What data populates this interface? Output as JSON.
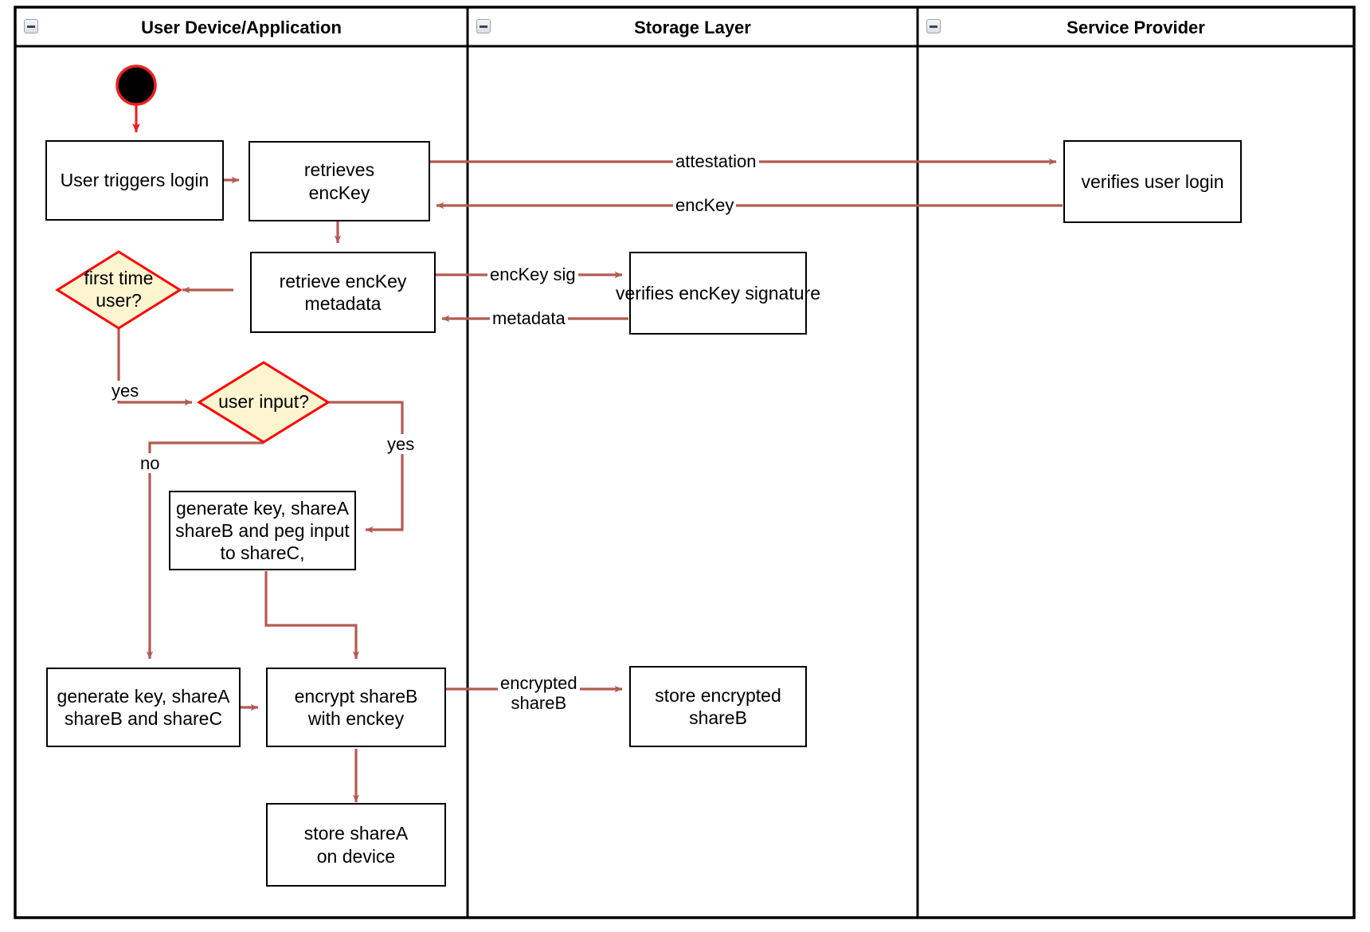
{
  "diagram": {
    "title": "Login / key-share activity diagram",
    "type": "uml-activity-swimlane",
    "colors": {
      "frame": "#000000",
      "node_border": "#000000",
      "node_fill": "#ffffff",
      "decision_border": "#ff0000",
      "decision_fill": "#fdf5cf",
      "edge": "#b25b52",
      "start_edge": "#ee1b1b",
      "start_fill": "#000000",
      "start_ring": "#e8231f",
      "text": "#000000"
    },
    "lanes": [
      {
        "id": "user-device",
        "label": "User Device/Application",
        "collapse_icon": "collapse-minus-icon"
      },
      {
        "id": "storage-layer",
        "label": "Storage Layer",
        "collapse_icon": "collapse-minus-icon"
      },
      {
        "id": "service-provider",
        "label": "Service Provider",
        "collapse_icon": "collapse-minus-icon"
      }
    ],
    "nodes": {
      "start": {
        "kind": "initial-node",
        "label": ""
      },
      "user_triggers_login": {
        "kind": "action",
        "label": "User triggers login"
      },
      "retrieves_enckey": {
        "kind": "action",
        "label": "retrieves\nencKey"
      },
      "retrieve_enckey_metadata": {
        "kind": "action",
        "label": "retrieve encKey\nmetadata"
      },
      "first_time_user": {
        "kind": "decision",
        "label": "first time\nuser?"
      },
      "user_input": {
        "kind": "decision",
        "label": "user input?"
      },
      "generate_key_peg": {
        "kind": "action",
        "label": "generate key, shareA\nshareB and peg input\nto shareC,"
      },
      "generate_key_shares": {
        "kind": "action",
        "label": "generate key, shareA\nshareB and shareC"
      },
      "encrypt_shareb": {
        "kind": "action",
        "label": "encrypt shareB\nwith enckey"
      },
      "store_sharea": {
        "kind": "action",
        "label": "store shareA\non device"
      },
      "verifies_enckey_signature": {
        "kind": "action",
        "label": "verifies encKey signature"
      },
      "store_encrypted_shareb": {
        "kind": "action",
        "label": "store encrypted\nshareB"
      },
      "verifies_user_login": {
        "kind": "action",
        "label": "verifies user login"
      }
    },
    "edge_labels": {
      "attestation": "attestation",
      "enckey": "encKey",
      "enckey_sig": "encKey sig",
      "metadata": "metadata",
      "first_time_yes": "yes",
      "user_input_yes": "yes",
      "user_input_no": "no",
      "encrypted_shareb": "encrypted\nshareB"
    }
  }
}
